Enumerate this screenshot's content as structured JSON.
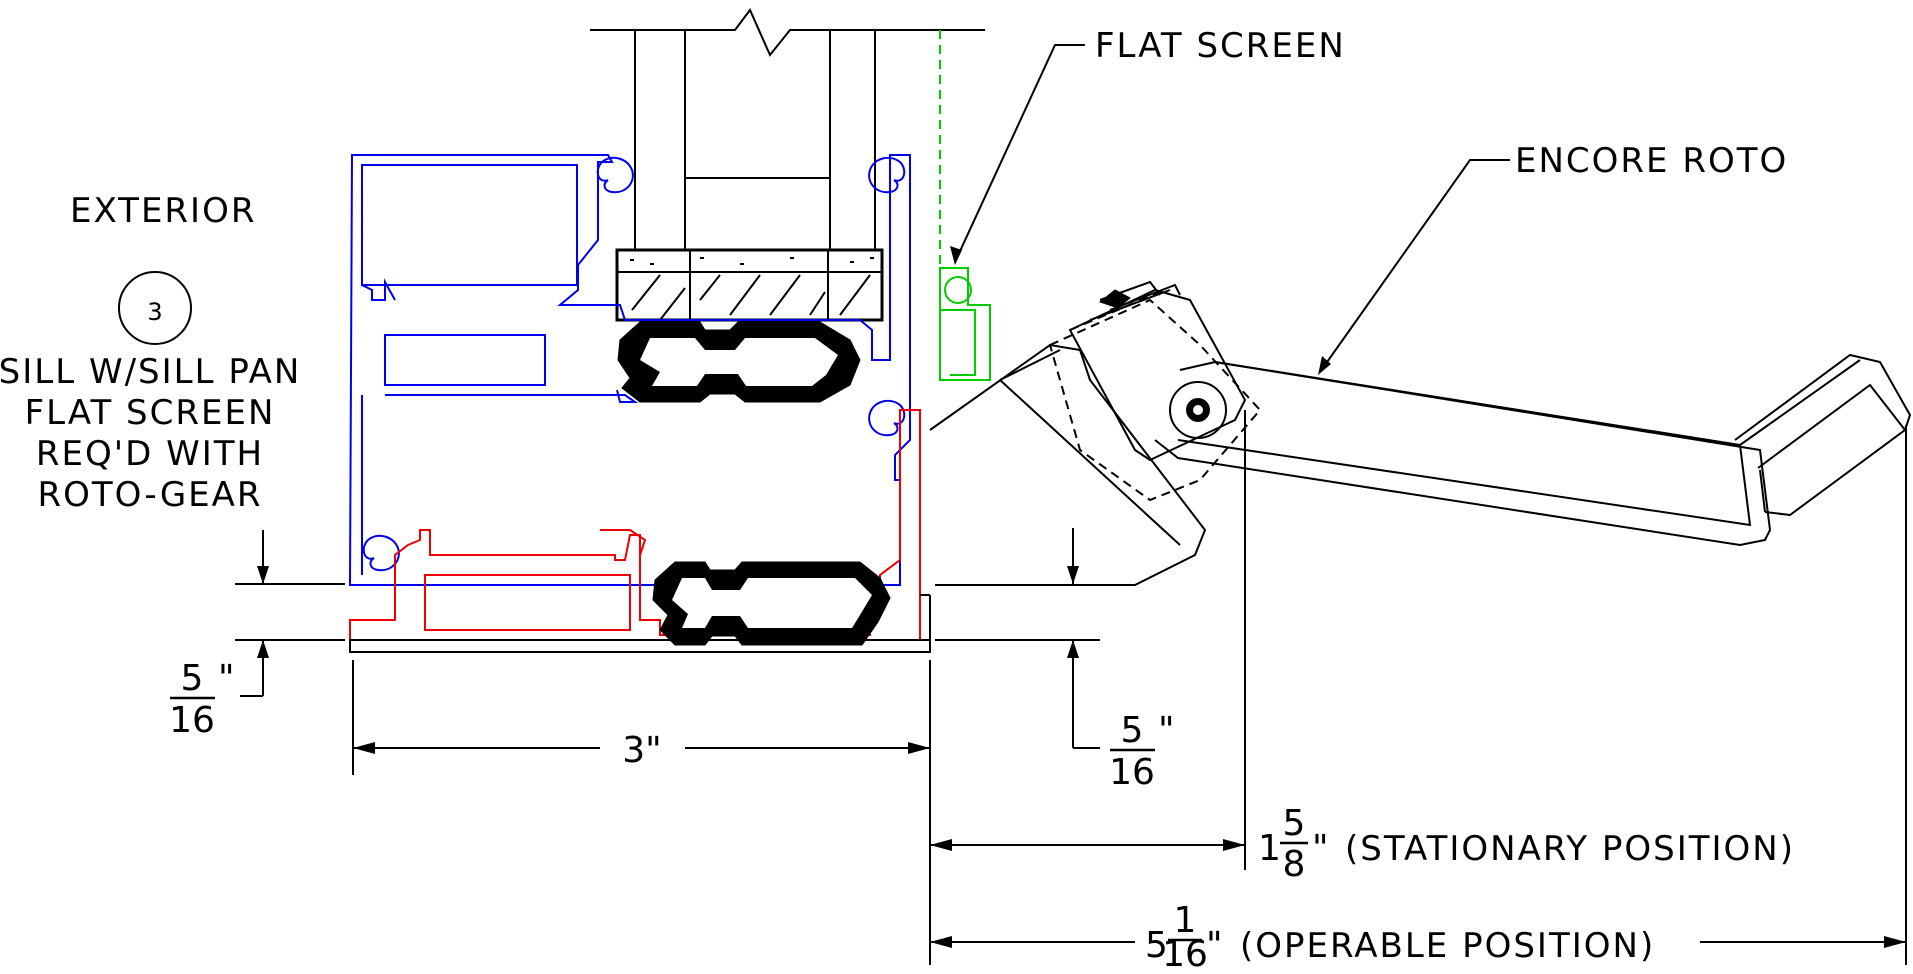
{
  "labels": {
    "exterior": "EXTERIOR",
    "callout_number": "3",
    "note_lines": [
      "SILL W/SILL PAN",
      "FLAT SCREEN",
      "REQ'D WITH",
      "ROTO-GEAR"
    ],
    "flat_screen": "FLAT SCREEN",
    "encore_roto": "ENCORE ROTO"
  },
  "dimensions": {
    "width_3": "3\"",
    "sill_pan_left": {
      "num": "5",
      "den": "16",
      "unit": "\""
    },
    "sill_pan_right": {
      "num": "5",
      "den": "16",
      "unit": "\""
    },
    "stationary": {
      "whole": "1",
      "num": "5",
      "den": "8",
      "unit": "\"",
      "note": "(STATIONARY POSITION)"
    },
    "operable": {
      "whole": "5",
      "num": "1",
      "den": "16",
      "unit": "\"",
      "note": "(OPERABLE POSITION)"
    }
  },
  "colors": {
    "frame": "#0000ee",
    "sill": "#ee0000",
    "screen": "#00cc00",
    "linework": "#000000"
  }
}
